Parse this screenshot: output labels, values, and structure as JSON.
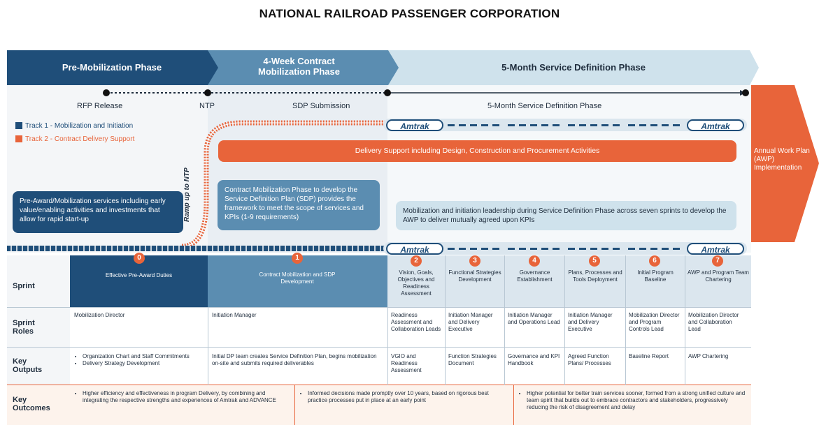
{
  "title": "NATIONAL RAILROAD PASSENGER CORPORATION",
  "phases": {
    "pre_mobilization": "Pre-Mobilization Phase",
    "contract_mobilization": "4-Week Contract\nMobilization Phase",
    "service_definition": "5-Month Service Definition Phase"
  },
  "milestones": {
    "rfp_release": "RFP Release",
    "ntp": "NTP",
    "sdp_submission": "SDP Submission",
    "service_definition_phase": "5-Month Service Definition Phase"
  },
  "legend": {
    "track1": "Track 1 - Mobilization and Initiation",
    "track2": "Track 2 - Contract Delivery Support",
    "track1_color": "#1f4e79",
    "track2_color": "#e8643a"
  },
  "ramp_label": "Ramp up to NTP",
  "amtrak": "Amtrak",
  "delivery_support": "Delivery Support including Design, Construction and Procurement Activities",
  "annual_work_plan": "Annual Work Plan (AWP) Implementation",
  "callouts": {
    "pre_award": "Pre-Award/Mobilization services including early value/enabling activities and investments that allow for rapid start-up",
    "contract_mobilization": "Contract Mobilization Phase to develop the Service Definition Plan (SDP) provides the framework to meet the scope of services and KPIs (1-9 requirements)",
    "service_definition": "Mobilization and initiation leadership during Service Definition Phase across seven sprints to develop the AWP to deliver mutually agreed upon KPIs"
  },
  "row_labels": {
    "sprint": "Sprint",
    "sprint_roles": "Sprint Roles",
    "key_outputs": "Key Outputs",
    "key_outcomes": "Key Outcomes"
  },
  "sprints": [
    {
      "num": "0",
      "name": "Effective Pre-Award Duties",
      "role": "Mobilization Director",
      "outputs": [
        "Organization Chart and Staff Commitments",
        "Delivery Strategy Development"
      ]
    },
    {
      "num": "1",
      "name": "Contract Mobilization and SDP Development",
      "role": "Initiation Manager",
      "outputs": [
        "Initial DP team creates Service Definition Plan, begins mobilization on-site and submits required deliverables"
      ]
    },
    {
      "num": "2",
      "name": "Vision, Goals, Objectives and Readiness Assessment",
      "role": "Readiness Assessment and Collaboration Leads",
      "outputs": [
        "VGIO and Readiness Assessment"
      ]
    },
    {
      "num": "3",
      "name": "Functional Strategies Development",
      "role": "Initiation Manager and Delivery Executive",
      "outputs": [
        "Function Strategies Document"
      ]
    },
    {
      "num": "4",
      "name": "Governance Establishment",
      "role": "Initiation Manager and Operations Lead",
      "outputs": [
        "Governance and KPI Handbook"
      ]
    },
    {
      "num": "5",
      "name": "Plans, Processes and Tools Deployment",
      "role": "Initiation Manager and Delivery Executive",
      "outputs": [
        "Agreed Function Plans/ Processes"
      ]
    },
    {
      "num": "6",
      "name": "Initial Program Baseline",
      "role": "Mobilization Director and Program Controls Lead",
      "outputs": [
        "Baseline Report"
      ]
    },
    {
      "num": "7",
      "name": "AWP and Program Team Chartering",
      "role": "Mobilization Director and Collaboration Lead",
      "outputs": [
        "AWP Chartering"
      ]
    }
  ],
  "outcomes": [
    "Higher efficiency and effectiveness in program Delivery, by combining and integrating the respective strengths and experiences of Amtrak and ADVANCE",
    "Informed decisions made promptly over 10 years, based on rigorous best practice processes put in place at an early point",
    "Higher potential for better train services sooner, formed from a strong unified culture and team spirit that builds out to embrace contractors and stakeholders, progressively reducing the risk of disagreement and delay"
  ]
}
